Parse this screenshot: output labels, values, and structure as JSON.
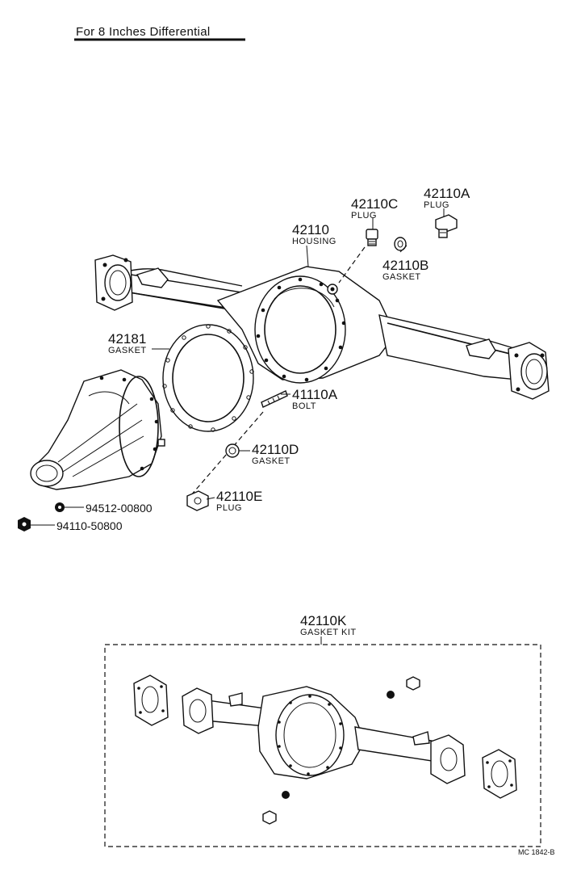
{
  "title": "For 8 Inches Differential",
  "parts": {
    "p42110c": {
      "number": "42110C",
      "name": "PLUG"
    },
    "p42110a": {
      "number": "42110A",
      "name": "PLUG"
    },
    "p42110": {
      "number": "42110",
      "name": "HOUSING"
    },
    "p42110b": {
      "number": "42110B",
      "name": "GASKET"
    },
    "p42181": {
      "number": "42181",
      "name": "GASKET"
    },
    "p41110a": {
      "number": "41110A",
      "name": "BOLT"
    },
    "p42110d": {
      "number": "42110D",
      "name": "GASKET"
    },
    "p42110e": {
      "number": "42110E",
      "name": "PLUG"
    },
    "p94512": {
      "number": "94512-00800"
    },
    "p94110": {
      "number": "94110-50800"
    },
    "p42110k": {
      "number": "42110K",
      "name": "GASKET KIT"
    }
  },
  "footer_code": "MC 1842-B"
}
